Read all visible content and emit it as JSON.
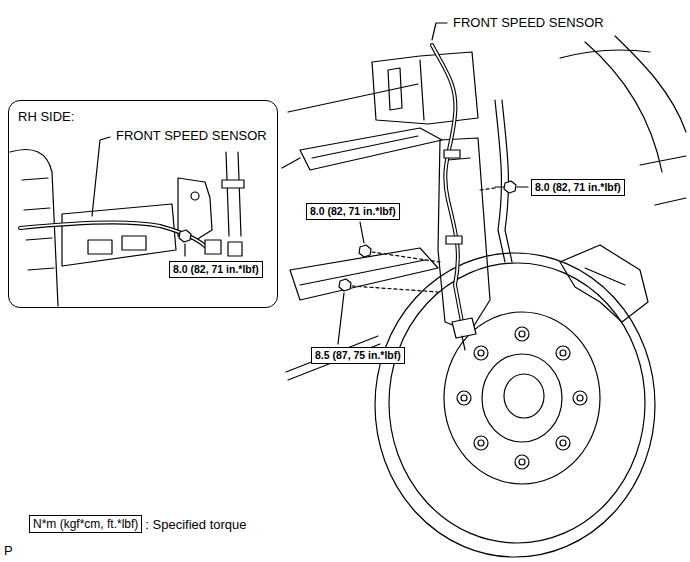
{
  "diagram": {
    "nodes": [
      {
        "text": [
          "RH SIDE:"
        ]
      },
      {
        "text": [
          "8.0 (82, 71 in.*lbf)"
        ],
        "in": 0
      },
      {
        "text": [
          "8.0 (82, 71 in.*lbf)"
        ]
      },
      {
        "text": [
          "8.0 (82, 71 in.*lbf)"
        ]
      },
      {
        "text": [
          "8.5 (87, 75 in.*lbf)"
        ]
      },
      {
        "text": [
          "N*m (kgf*cm, ft.*lbf)"
        ]
      }
    ],
    "labels": [
      "FRONT SPEED SENSOR",
      "FRONT SPEED SENSOR",
      ": Specified torque",
      "P"
    ]
  }
}
